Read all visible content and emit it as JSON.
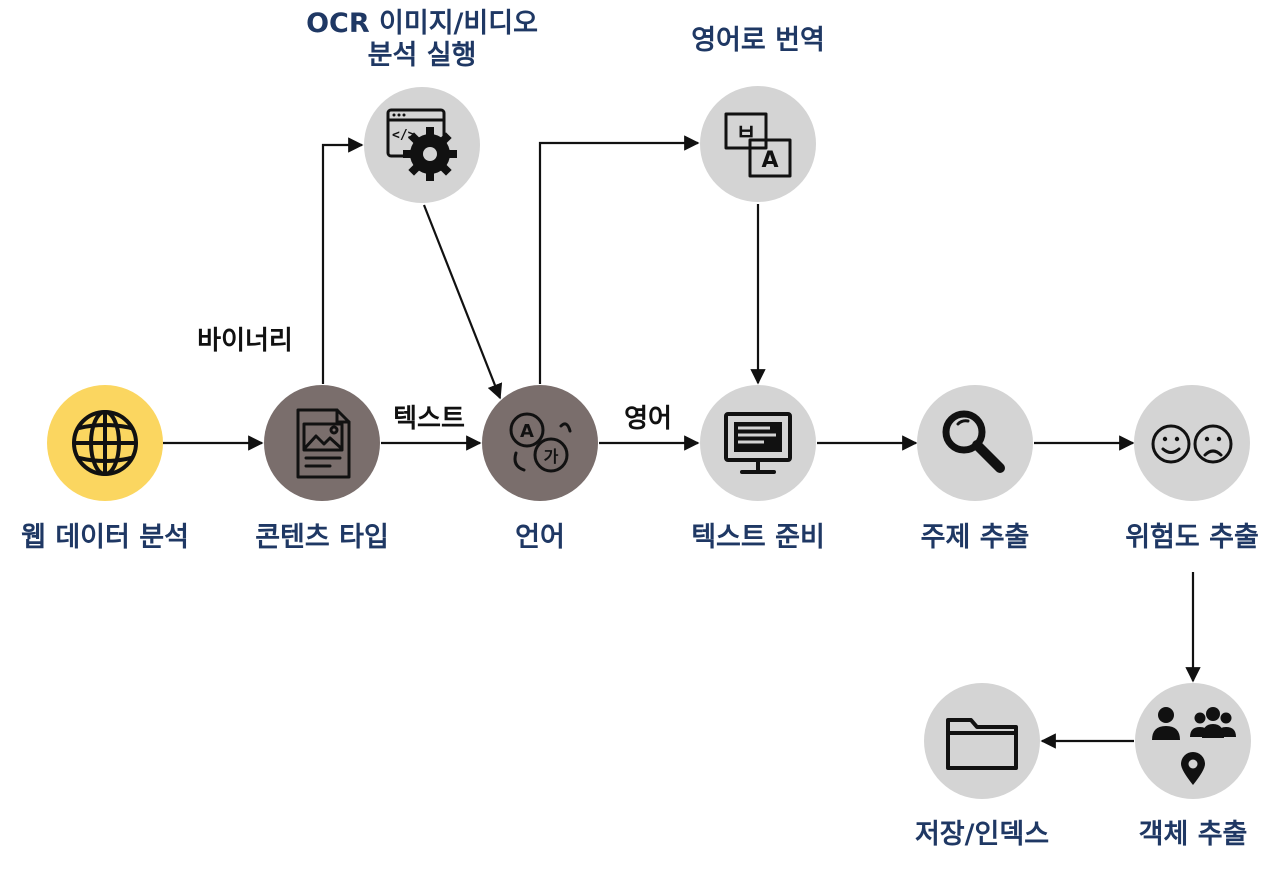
{
  "colors": {
    "node_default": "#d4d4d4",
    "node_highlight": "#fbd660",
    "node_dark": "#7a6e6c",
    "label": "#1f3864",
    "edge": "#111111"
  },
  "nodes": {
    "web": {
      "label": "웹 데이터 분석",
      "icon": "globe-icon"
    },
    "content": {
      "label": "콘텐츠 타입",
      "icon": "image-document-icon"
    },
    "ocr": {
      "label_line1": "OCR 이미지/비디오",
      "label_line2": "분석 실행",
      "icon": "code-gear-icon"
    },
    "language": {
      "label": "언어",
      "icon": "language-translate-icon"
    },
    "translate": {
      "label": "영어로 번역",
      "icon": "translate-icon"
    },
    "textprep": {
      "label": "텍스트 준비",
      "icon": "monitor-text-icon"
    },
    "topic": {
      "label": "주제 추출",
      "icon": "magnifier-icon"
    },
    "risk": {
      "label": "위험도 추출",
      "icon": "emotion-faces-icon"
    },
    "entity": {
      "label": "객체 추출",
      "icon": "people-location-icon"
    },
    "store": {
      "label": "저장/인덱스",
      "icon": "folder-icon"
    }
  },
  "edge_labels": {
    "binary": "바이너리",
    "text": "텍스트",
    "english": "영어"
  },
  "translate_icon_glyphs": {
    "source": "ㅂ",
    "target": "A"
  },
  "language_icon_glyphs": {
    "a": "A",
    "b": "가"
  }
}
